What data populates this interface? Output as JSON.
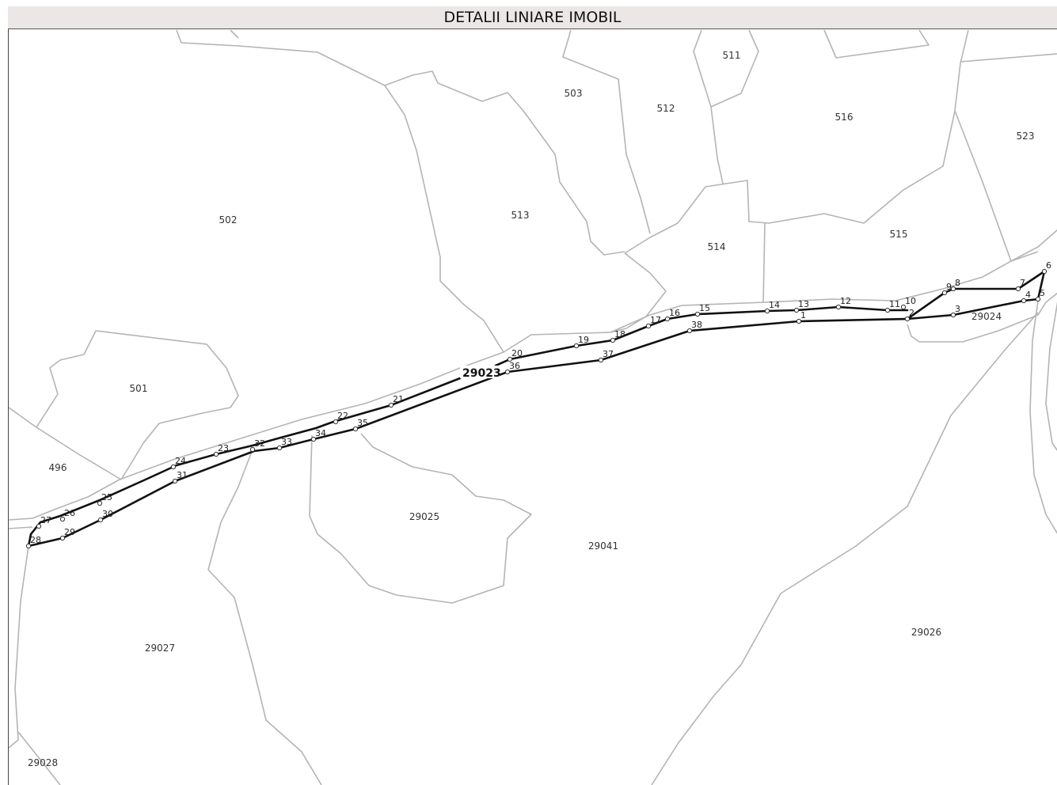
{
  "header": {
    "title": "DETALII LINIARE IMOBIL"
  },
  "map": {
    "main_parcel": "29023",
    "parcels": [
      "511",
      "503",
      "512",
      "516",
      "523",
      "502",
      "513",
      "514",
      "515",
      "501",
      "496",
      "29024",
      "29025",
      "29041",
      "29027",
      "29026",
      "29028"
    ],
    "vertices": [
      "1",
      "2",
      "3",
      "4",
      "5",
      "6",
      "7",
      "8",
      "9",
      "10",
      "11",
      "12",
      "13",
      "14",
      "15",
      "16",
      "17",
      "18",
      "19",
      "20",
      "21",
      "22",
      "23",
      "24",
      "25",
      "26",
      "27",
      "28",
      "29",
      "30",
      "31",
      "32",
      "33",
      "34",
      "35",
      "36",
      "37",
      "38"
    ],
    "colors": {
      "route": "#111111",
      "parcel_outline": "#b4b4b4",
      "header_bg": "#ebe7e7"
    }
  }
}
